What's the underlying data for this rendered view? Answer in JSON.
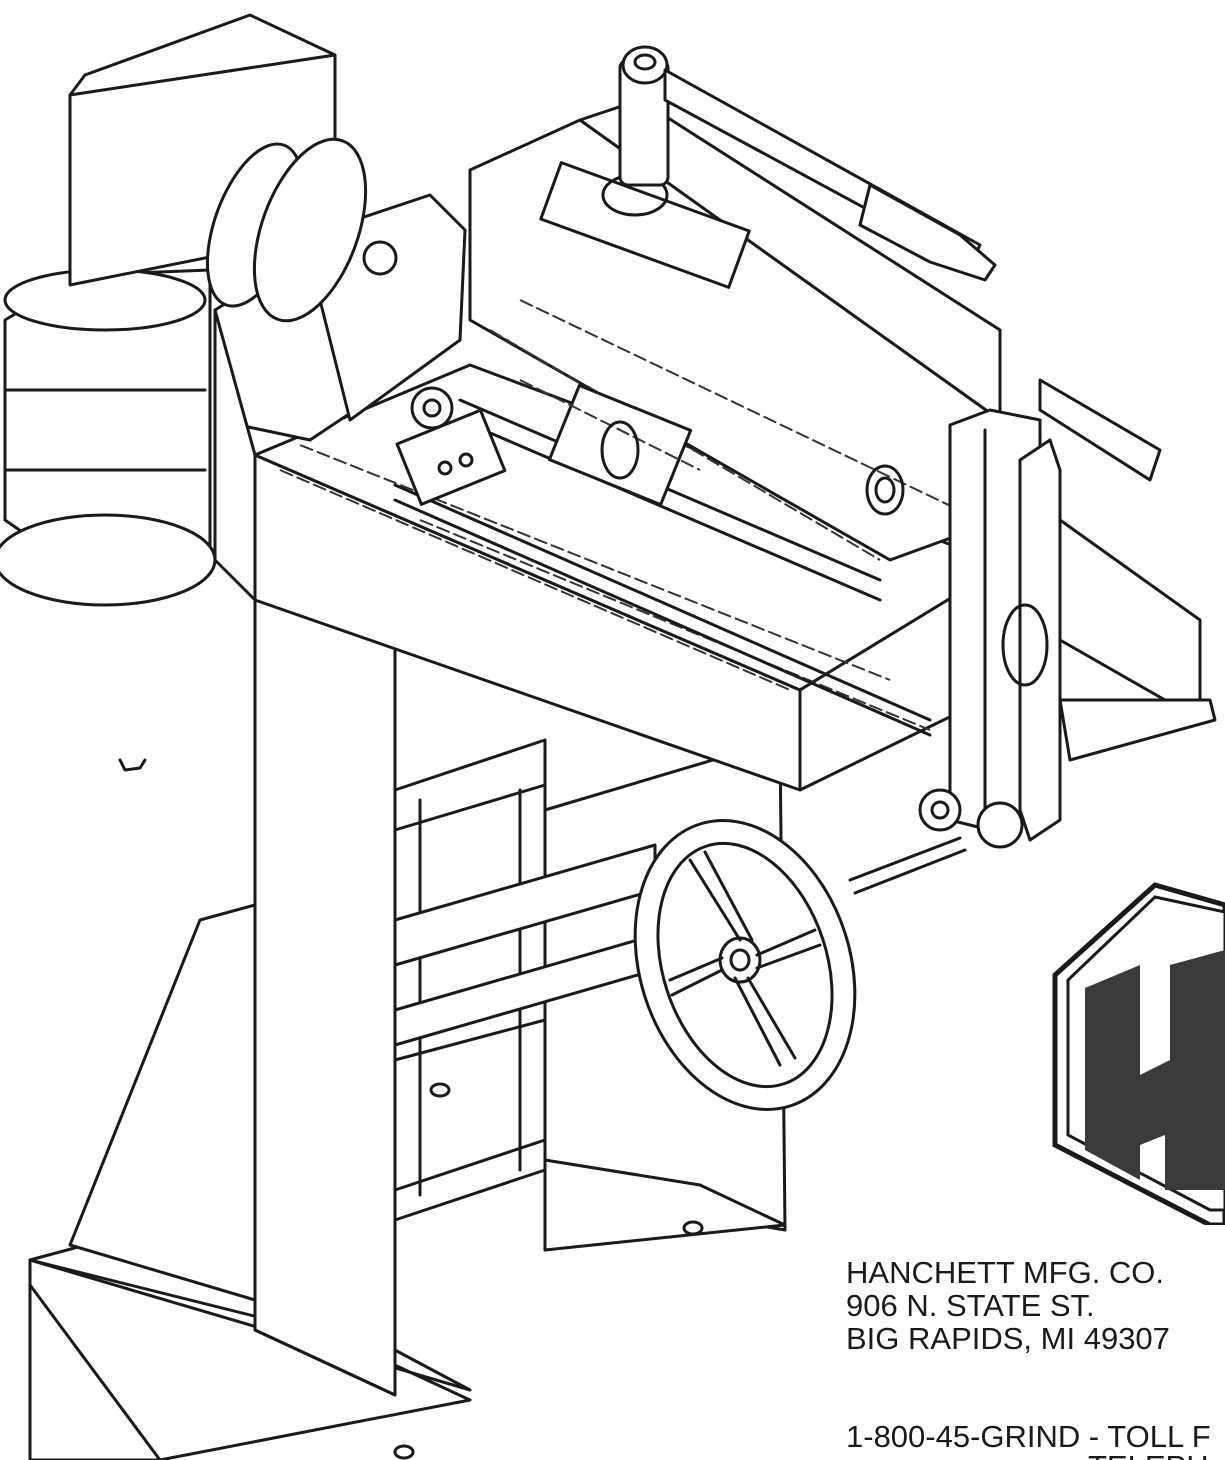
{
  "company": {
    "name": "HANCHETT MFG. CO.",
    "street": "906 N. STATE ST.",
    "city_state_zip": "BIG RAPIDS, MI   49307",
    "phone_line": "1-800-45-GRIND - TOLL F",
    "phone_line_2": "TELEPH"
  },
  "logo": {
    "icon": "hanchett-h-logo-icon",
    "fill_color": "#3a3a3a"
  },
  "illustration": {
    "icon": "grinding-machine-drawing-icon"
  }
}
